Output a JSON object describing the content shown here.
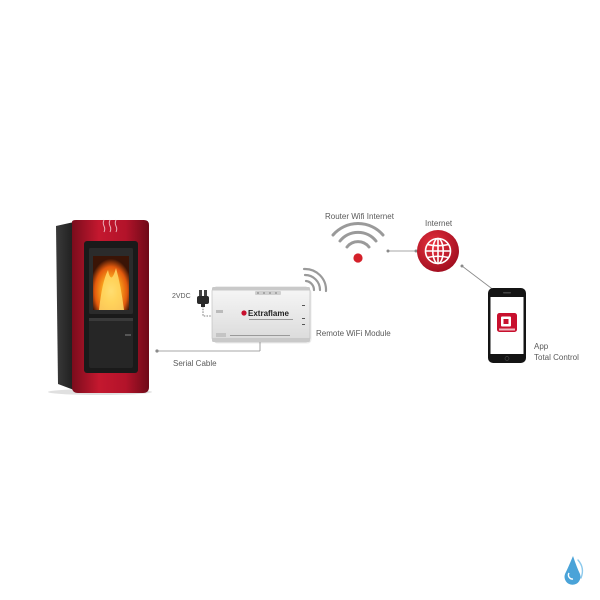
{
  "labels": {
    "router": "Router Wifi Internet",
    "internet": "Internet",
    "power": "2VDC",
    "module": "Remote WiFi Module",
    "serial": "Serial Cable",
    "app_line1": "App",
    "app_line2": "Total Control"
  },
  "module_brand": "Extraflame",
  "colors": {
    "stove_red": "#b3132a",
    "globe_red": "#c8102e",
    "router_dot": "#d4202a",
    "arc_gray": "#9a9a9a",
    "line_gray": "#8a8a8a",
    "text_gray": "#5a5a5a",
    "logo_blue": "#4aa3d8"
  },
  "icons": {
    "stove": "pellet-stove-icon",
    "router": "wifi-router-icon",
    "globe": "globe-icon",
    "phone": "smartphone-icon",
    "plug": "power-plug-icon",
    "module": "wifi-module-icon",
    "logo": "water-drop-logo-icon"
  }
}
